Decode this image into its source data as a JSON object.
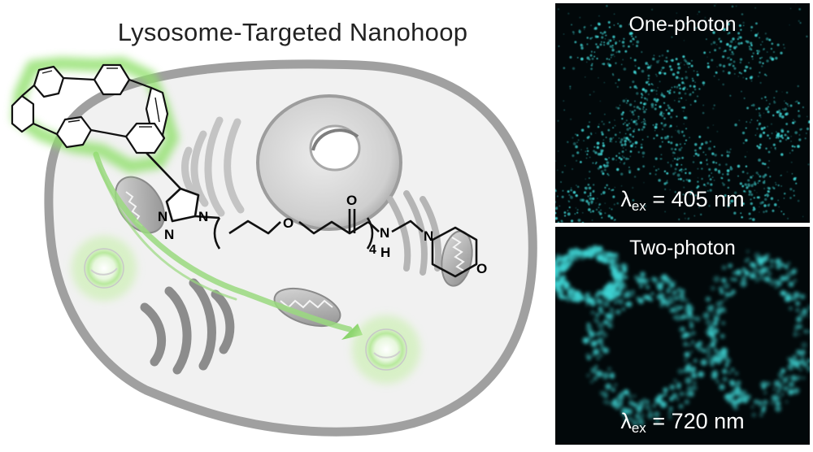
{
  "title": "Lysosome-Targeted Nanohoop",
  "molecule": {
    "atoms": {
      "n1": "N",
      "n2": "N",
      "n3": "N",
      "n_amine": "N",
      "o_ether": "O",
      "o_carbonyl": "O",
      "o_morpholine": "O",
      "nh_n": "N",
      "nh_h": "H"
    },
    "repeat_count": "4"
  },
  "panels": {
    "one_photon": {
      "label": "One-photon",
      "excitation_symbol": "λ",
      "excitation_sub": "ex",
      "excitation_value": " = 405 nm"
    },
    "two_photon": {
      "label": "Two-photon",
      "excitation_symbol": "λ",
      "excitation_sub": "ex",
      "excitation_value": " = 720 nm"
    }
  },
  "colors": {
    "glow_green": "#7cd860",
    "fluorescence_cyan": "#3fd4d4",
    "cell_outline": "#9a9a9a"
  }
}
